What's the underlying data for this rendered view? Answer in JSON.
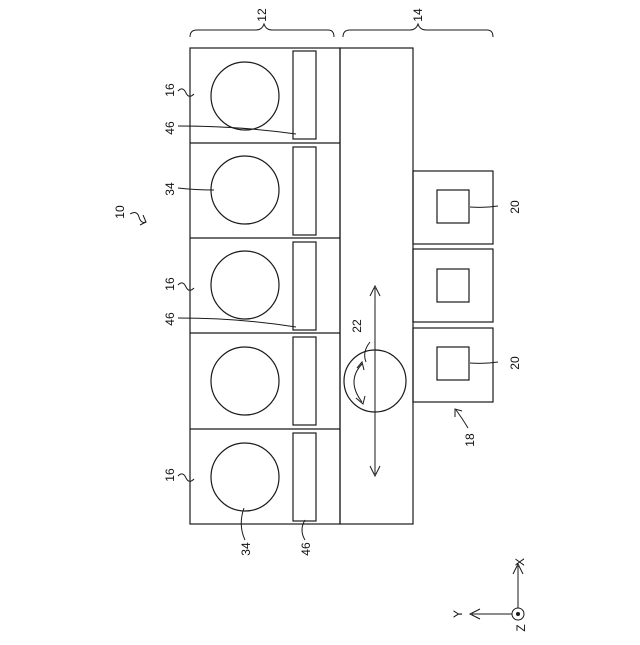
{
  "labels": {
    "ref_12": "12",
    "ref_14": "14",
    "ref_10": "10",
    "ref_16_a": "16",
    "ref_46_a": "46",
    "ref_34_a": "34",
    "ref_16_b": "16",
    "ref_46_b": "46",
    "ref_22": "22",
    "ref_16_c": "16",
    "ref_34_b": "34",
    "ref_46_c": "46",
    "ref_20_a": "20",
    "ref_20_b": "20",
    "ref_18": "18",
    "axis_x": "X",
    "axis_y": "Y",
    "axis_z": "Z"
  }
}
